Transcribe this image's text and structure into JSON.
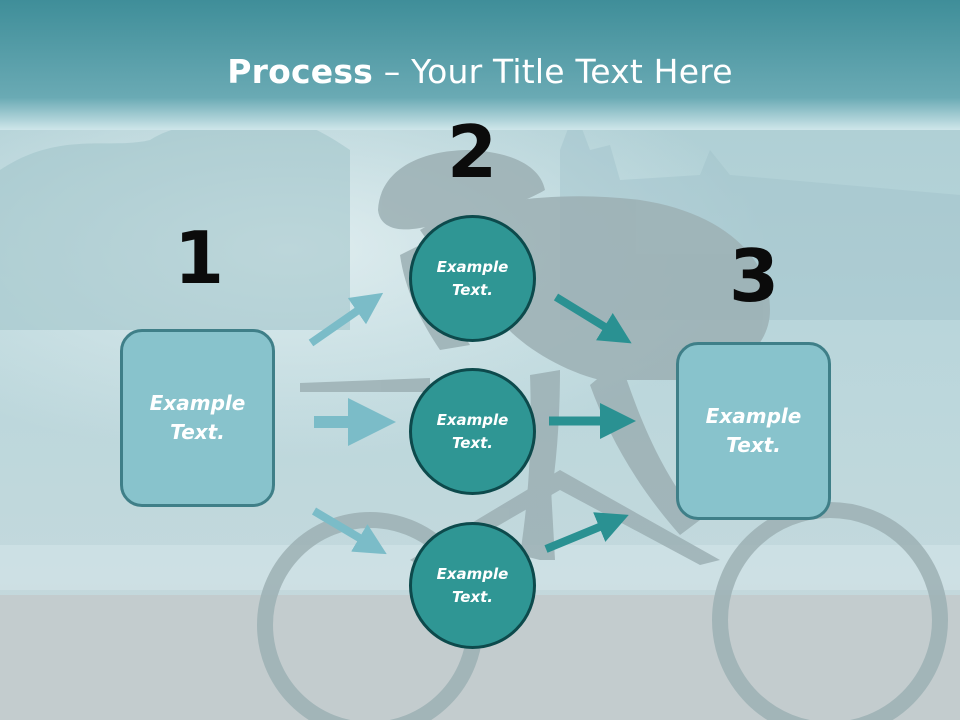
{
  "title": {
    "bold": "Process",
    "rest": " – Your Title Text Here"
  },
  "steps": [
    {
      "number": "1",
      "text": "Example\nText."
    },
    {
      "number": "2",
      "nodes": [
        "Example\nText.",
        "Example\nText.",
        "Example\nText."
      ]
    },
    {
      "number": "3",
      "text": "Example\nText."
    }
  ],
  "colors": {
    "header_band": "#4f99a4",
    "box_fill": "#88c3cc",
    "box_border": "#3f7f88",
    "circle_fill": "#2f9694",
    "circle_border": "#0d4a4c",
    "arrow_light": "#7bbcc8",
    "arrow_dark": "#2a9192"
  },
  "background": {
    "subject": "cyclist-silhouette"
  }
}
